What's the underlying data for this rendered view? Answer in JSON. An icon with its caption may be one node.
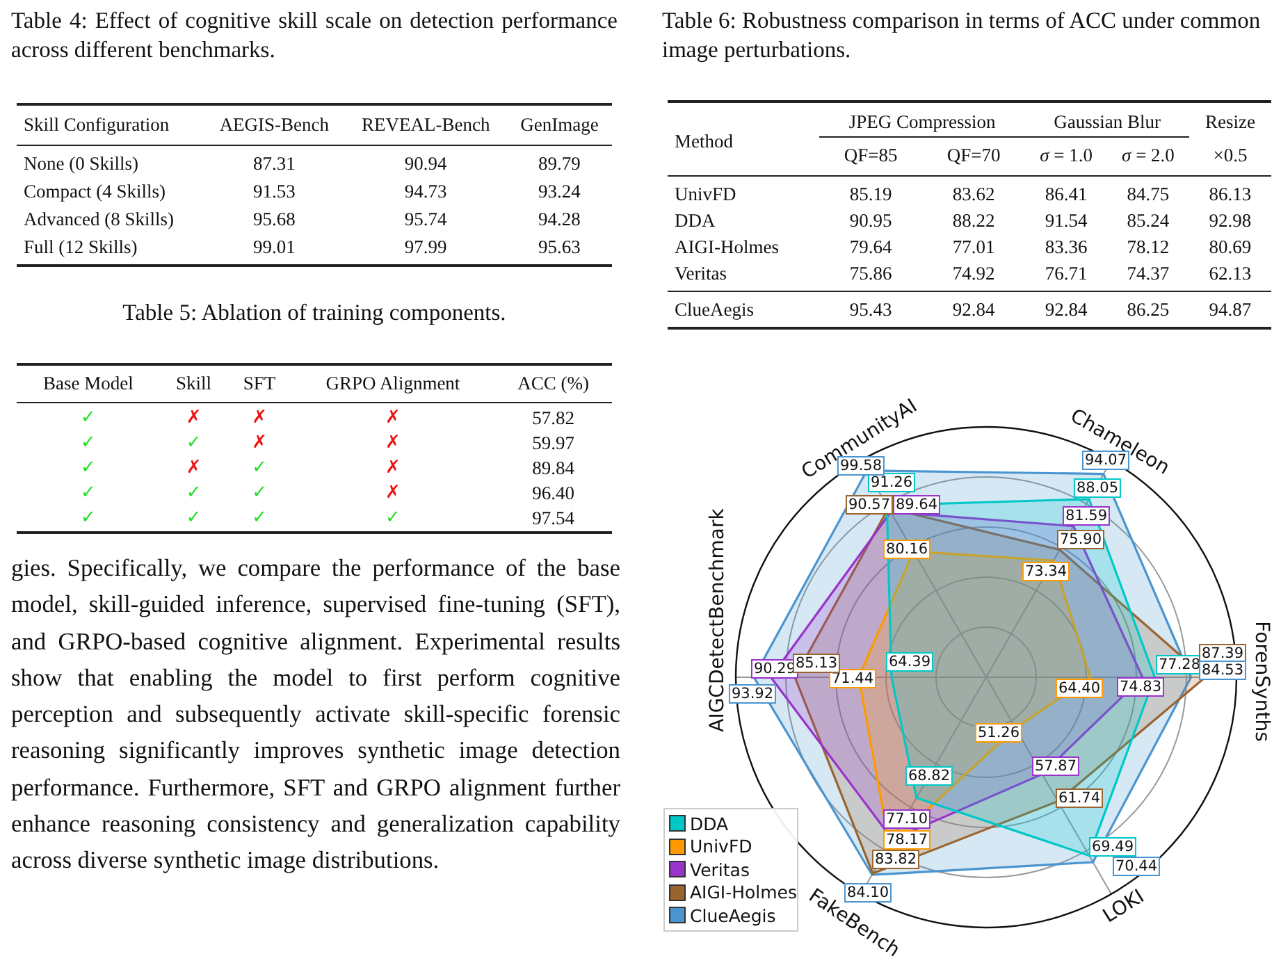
{
  "diagram": {
    "labels": [
      "Table 4: Effect of cognitive skill scale on detection performance across different benchmarks.",
      "Skill Configuration",
      "AEGIS-Bench",
      "REVEAL-Bench",
      "GenImage",
      "None (0 Skills)",
      "87.31",
      "90.94",
      "89.79",
      "Compact (4 Skills)",
      "91.53",
      "94.73",
      "93.24",
      "Advanced (8 Skills)",
      "95.68",
      "95.74",
      "94.28",
      "Full (12 Skills)",
      "99.01",
      "97.99",
      "95.63",
      "Table 5: Ablation of training components.",
      "Base Model",
      "Skill",
      "SFT",
      "GRPO Alignment",
      "ACC (%)",
      "✓",
      "✗",
      "✗",
      "✗",
      "57.82",
      "✓",
      "✓",
      "✗",
      "✗",
      "59.97",
      "✓",
      "✗",
      "✓",
      "✗",
      "89.84",
      "✓",
      "✓",
      "✓",
      "✗",
      "96.40",
      "✓",
      "✓",
      "✓",
      "✓",
      "97.54",
      "gies. Specifically, we compare the performance of the base model, skill-guided inference, supervised fine-tuning (SFT), and GRPO-based cognitive alignment. Experimental results show that enabling the model to first perform cognitive perception and subsequently activate skill-specific forensic reasoning significantly improves synthetic image detection performance. Furthermore, SFT and GRPO alignment further enhance reasoning consistency and generalization capability across diverse synthetic image distributions.",
      "Table 6: Robustness comparison in terms of ACC under common image perturbations.",
      "Method",
      "JPEG Compression",
      "Gaussian Blur",
      "Resize",
      "QF=85",
      "QF=70",
      "*σ* = 1.0",
      "*σ* = 2.0",
      "×0.5",
      "UnivFD",
      "85.19",
      "83.62",
      "86.41",
      "84.75",
      "86.13",
      "DDA",
      "90.95",
      "88.22",
      "91.54",
      "85.24",
      "92.98",
      "AIGI-Holmes",
      "79.64",
      "77.01",
      "83.36",
      "78.12",
      "80.69",
      "Veritas",
      "75.86",
      "74.92",
      "76.71",
      "74.37",
      "62.13",
      "ClueAegis",
      "95.43",
      "92.84",
      "92.84",
      "86.25",
      "94.87",
      "CommunityAI",
      "Chameleon",
      "ForenSynths",
      "LOKI",
      "FakeBench",
      "AIGCDetectBenchmark",
      "91.26",
      "88.05",
      "77.28",
      "69.49",
      "68.82",
      "64.39",
      "80.16",
      "73.34",
      "64.40",
      "51.26",
      "78.17",
      "71.44",
      "89.64",
      "81.59",
      "74.83",
      "57.87",
      "77.10",
      "90.29",
      "90.57",
      "75.90",
      "87.39",
      "61.74",
      "83.82",
      "85.13",
      "99.58",
      "94.07",
      "84.53",
      "70.44",
      "84.10",
      "93.92"
    ],
    "legend": [
      {
        "text": "DDA",
        "color": "#00c8c8"
      },
      {
        "text": "UnivFD",
        "color": "#ff9900"
      },
      {
        "text": "Veritas",
        "color": "#9933cc"
      },
      {
        "text": "AIGI-Holmes",
        "color": "#9a6430"
      },
      {
        "text": "ClueAegis",
        "color": "#4a95d0"
      }
    ]
  }
}
